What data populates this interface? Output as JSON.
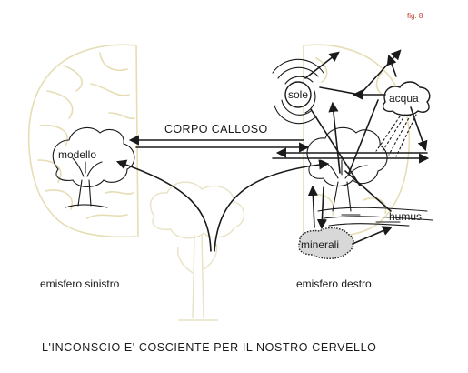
{
  "figure": {
    "number_label": "fig. 8",
    "banner": "CORPO CALLOSO",
    "caption": "L'INCONSCIO E' COSCIENTE PER IL NOSTRO CERVELLO"
  },
  "hemispheres": {
    "left_label": "emisfero sinistro",
    "right_label": "emisfero destro"
  },
  "nodes": {
    "model": "modello",
    "sun": "sole",
    "water": "acqua",
    "humus": "humus",
    "minerals": "minerali"
  },
  "colors": {
    "ink": "#1a1a1a",
    "brain_outline": "#e6ddb4",
    "fig_label": "#c0392b"
  }
}
